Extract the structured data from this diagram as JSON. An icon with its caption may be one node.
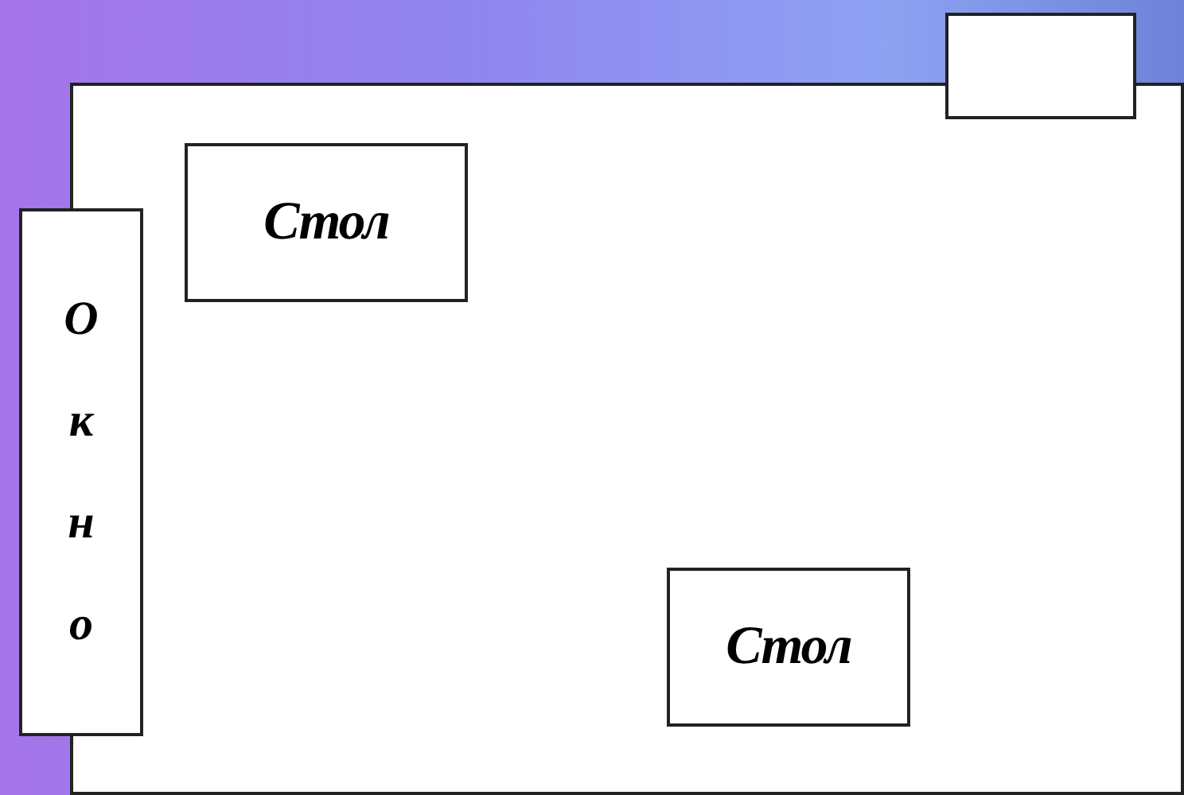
{
  "diagram": {
    "nodes": [
      {
        "text": [],
        "shape": "box"
      },
      {
        "text": [],
        "shape": "box"
      },
      {
        "text": [
          "Стол"
        ],
        "in": 0
      },
      {
        "text": [
          "Окно"
        ]
      },
      {
        "text": [
          "Стол"
        ],
        "in": 0
      }
    ]
  }
}
